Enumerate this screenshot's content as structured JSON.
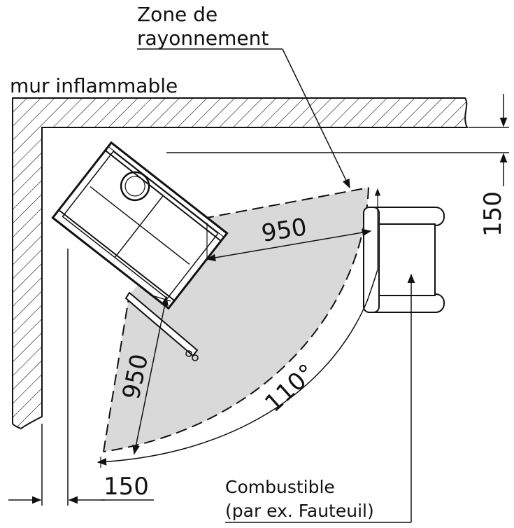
{
  "labels": {
    "zone_line1": "Zone de",
    "zone_line2": "rayonnement",
    "wall": "mur inflammable",
    "combustible_line1": "Combustible",
    "combustible_line2": "(par ex. Fauteuil)"
  },
  "dimensions": {
    "right_clearance": "150",
    "bottom_clearance": "150",
    "radiation_distance_right": "950",
    "radiation_distance_left": "950",
    "radiation_angle": "110°"
  },
  "colors": {
    "line": "#111111",
    "radiation_fill": "#d9d9d9",
    "background": "#ffffff"
  }
}
